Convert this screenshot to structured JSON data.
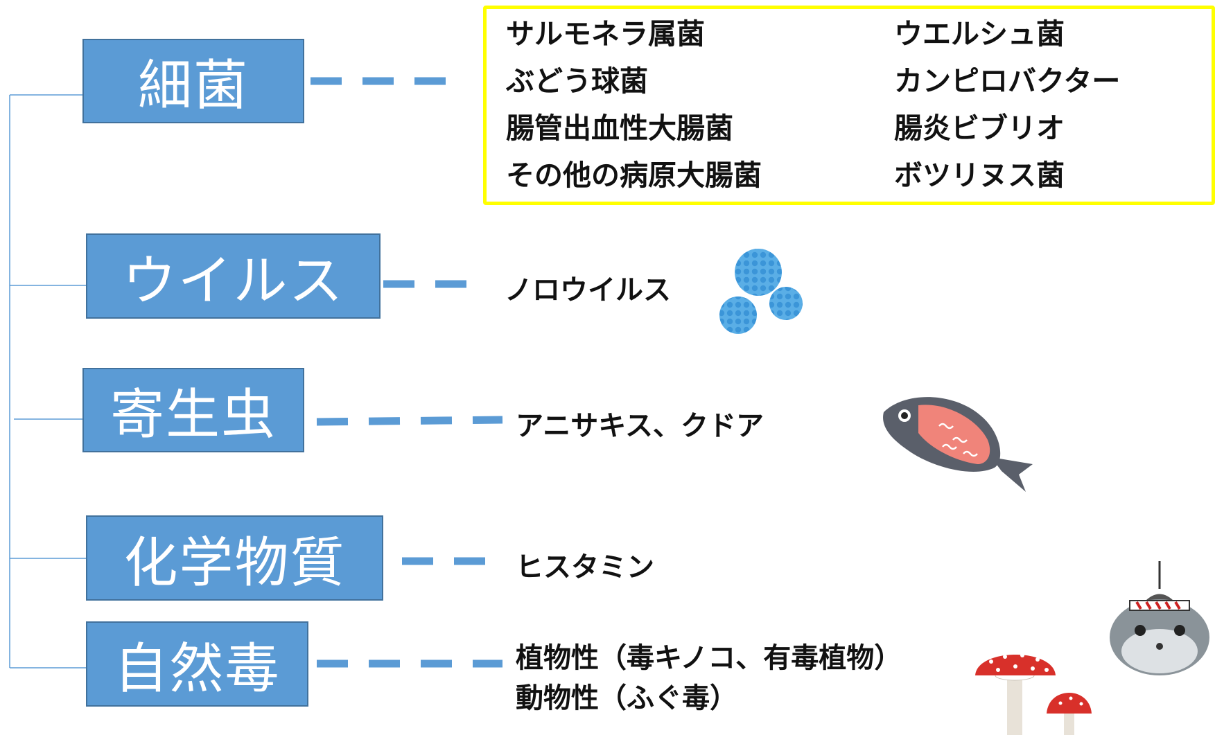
{
  "categories": [
    {
      "label": "細菌"
    },
    {
      "label": "ウイルス"
    },
    {
      "label": "寄生虫"
    },
    {
      "label": "化学物質"
    },
    {
      "label": "自然毒"
    }
  ],
  "bacteria": {
    "left": [
      "サルモネラ属菌",
      "ぶどう球菌",
      "腸管出血性大腸菌",
      "その他の病原大腸菌"
    ],
    "right": [
      "ウエルシュ菌",
      "カンピロバクター",
      "腸炎ビブリオ",
      "ボツリヌス菌"
    ]
  },
  "virus": {
    "text": "ノロウイルス"
  },
  "parasite": {
    "text": "アニサキス、クドア"
  },
  "chemical": {
    "text": "ヒスタミン"
  },
  "natural_toxin": {
    "line1": "植物性（毒キノコ、有毒植物）",
    "line2": "動物性（ふぐ毒）"
  },
  "colors": {
    "box": "#5b9bd5",
    "dash": "#5b9bd5",
    "highlight": "#ffff00"
  },
  "icons": [
    "virus-icon",
    "fish-icon",
    "mushroom-icon",
    "pufferfish-icon"
  ]
}
